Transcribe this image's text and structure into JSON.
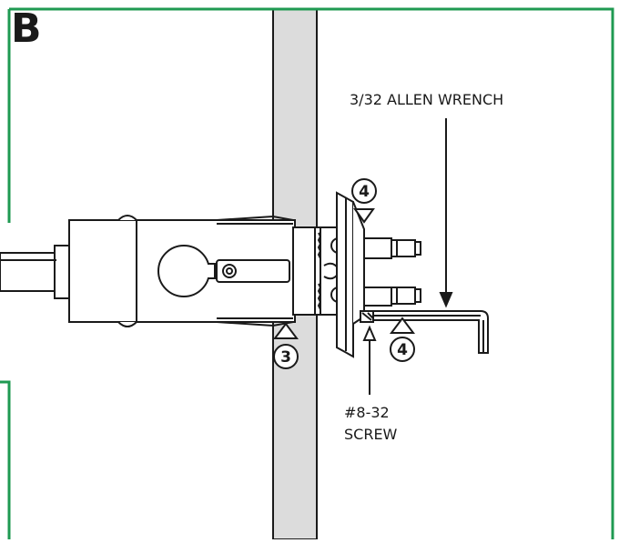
{
  "panel": {
    "letter": "B",
    "frame_color": "#1f9a52"
  },
  "labels": {
    "allen_wrench": "3/32 ALLEN WRENCH",
    "screw_line1": "#8-32",
    "screw_line2": "SCREW"
  },
  "callouts": {
    "step_3": "3",
    "step_4_top": "4",
    "step_4_bottom": "4"
  },
  "colors": {
    "door": "#dcdcdc",
    "line": "#1a1a1a"
  }
}
